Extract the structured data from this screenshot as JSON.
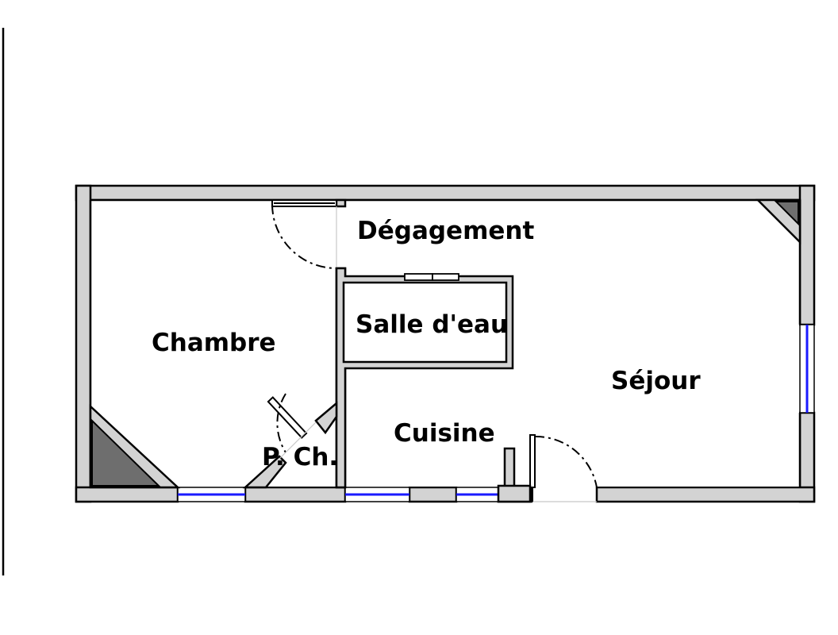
{
  "plan": {
    "rooms": {
      "degagement": "Dégagement",
      "salle_eau": "Salle d'eau",
      "chambre": "Chambre",
      "sejour": "Séjour",
      "cuisine": "Cuisine",
      "placard": "P. Ch."
    },
    "colors": {
      "wall_fill": "#d3d3d3",
      "wall_stroke": "#000000",
      "window": "#1a1aff",
      "built_in_dark": "#6e6e6e"
    }
  }
}
